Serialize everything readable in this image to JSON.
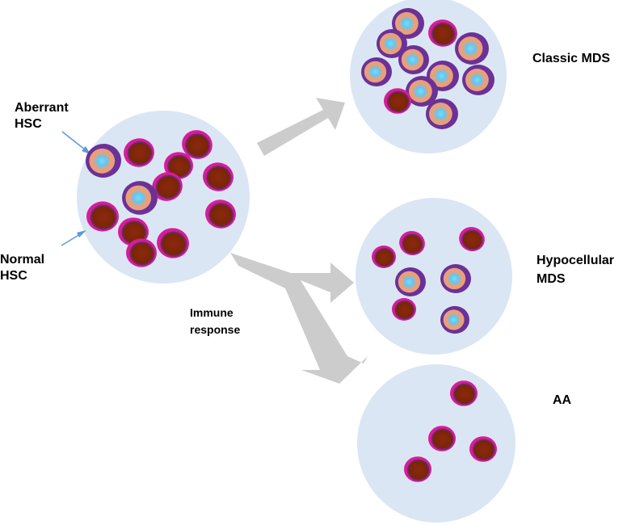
{
  "labels": {
    "aberrant_line1": "Aberrant",
    "aberrant_line2": "HSC",
    "normal_line1": "Normal",
    "normal_line2": "HSC",
    "immune_line1": "Immune",
    "immune_line2": "response",
    "classic_mds": "Classic MDS",
    "hypo_line1": "Hypocellular",
    "hypo_line2": "MDS",
    "aa": "AA"
  },
  "colors": {
    "circle_fill": "#dbe6f4",
    "arrow_gray": "#cccccc",
    "pointer_blue": "#5b9bd5",
    "normal_outer": "#d81b9a",
    "normal_ring": "#6a2c6a",
    "normal_nucleus": "#8b2a0c",
    "aberrant_outer": "#6b3196",
    "aberrant_mid": "#e8a07c",
    "aberrant_core": "#5fc8f0"
  }
}
